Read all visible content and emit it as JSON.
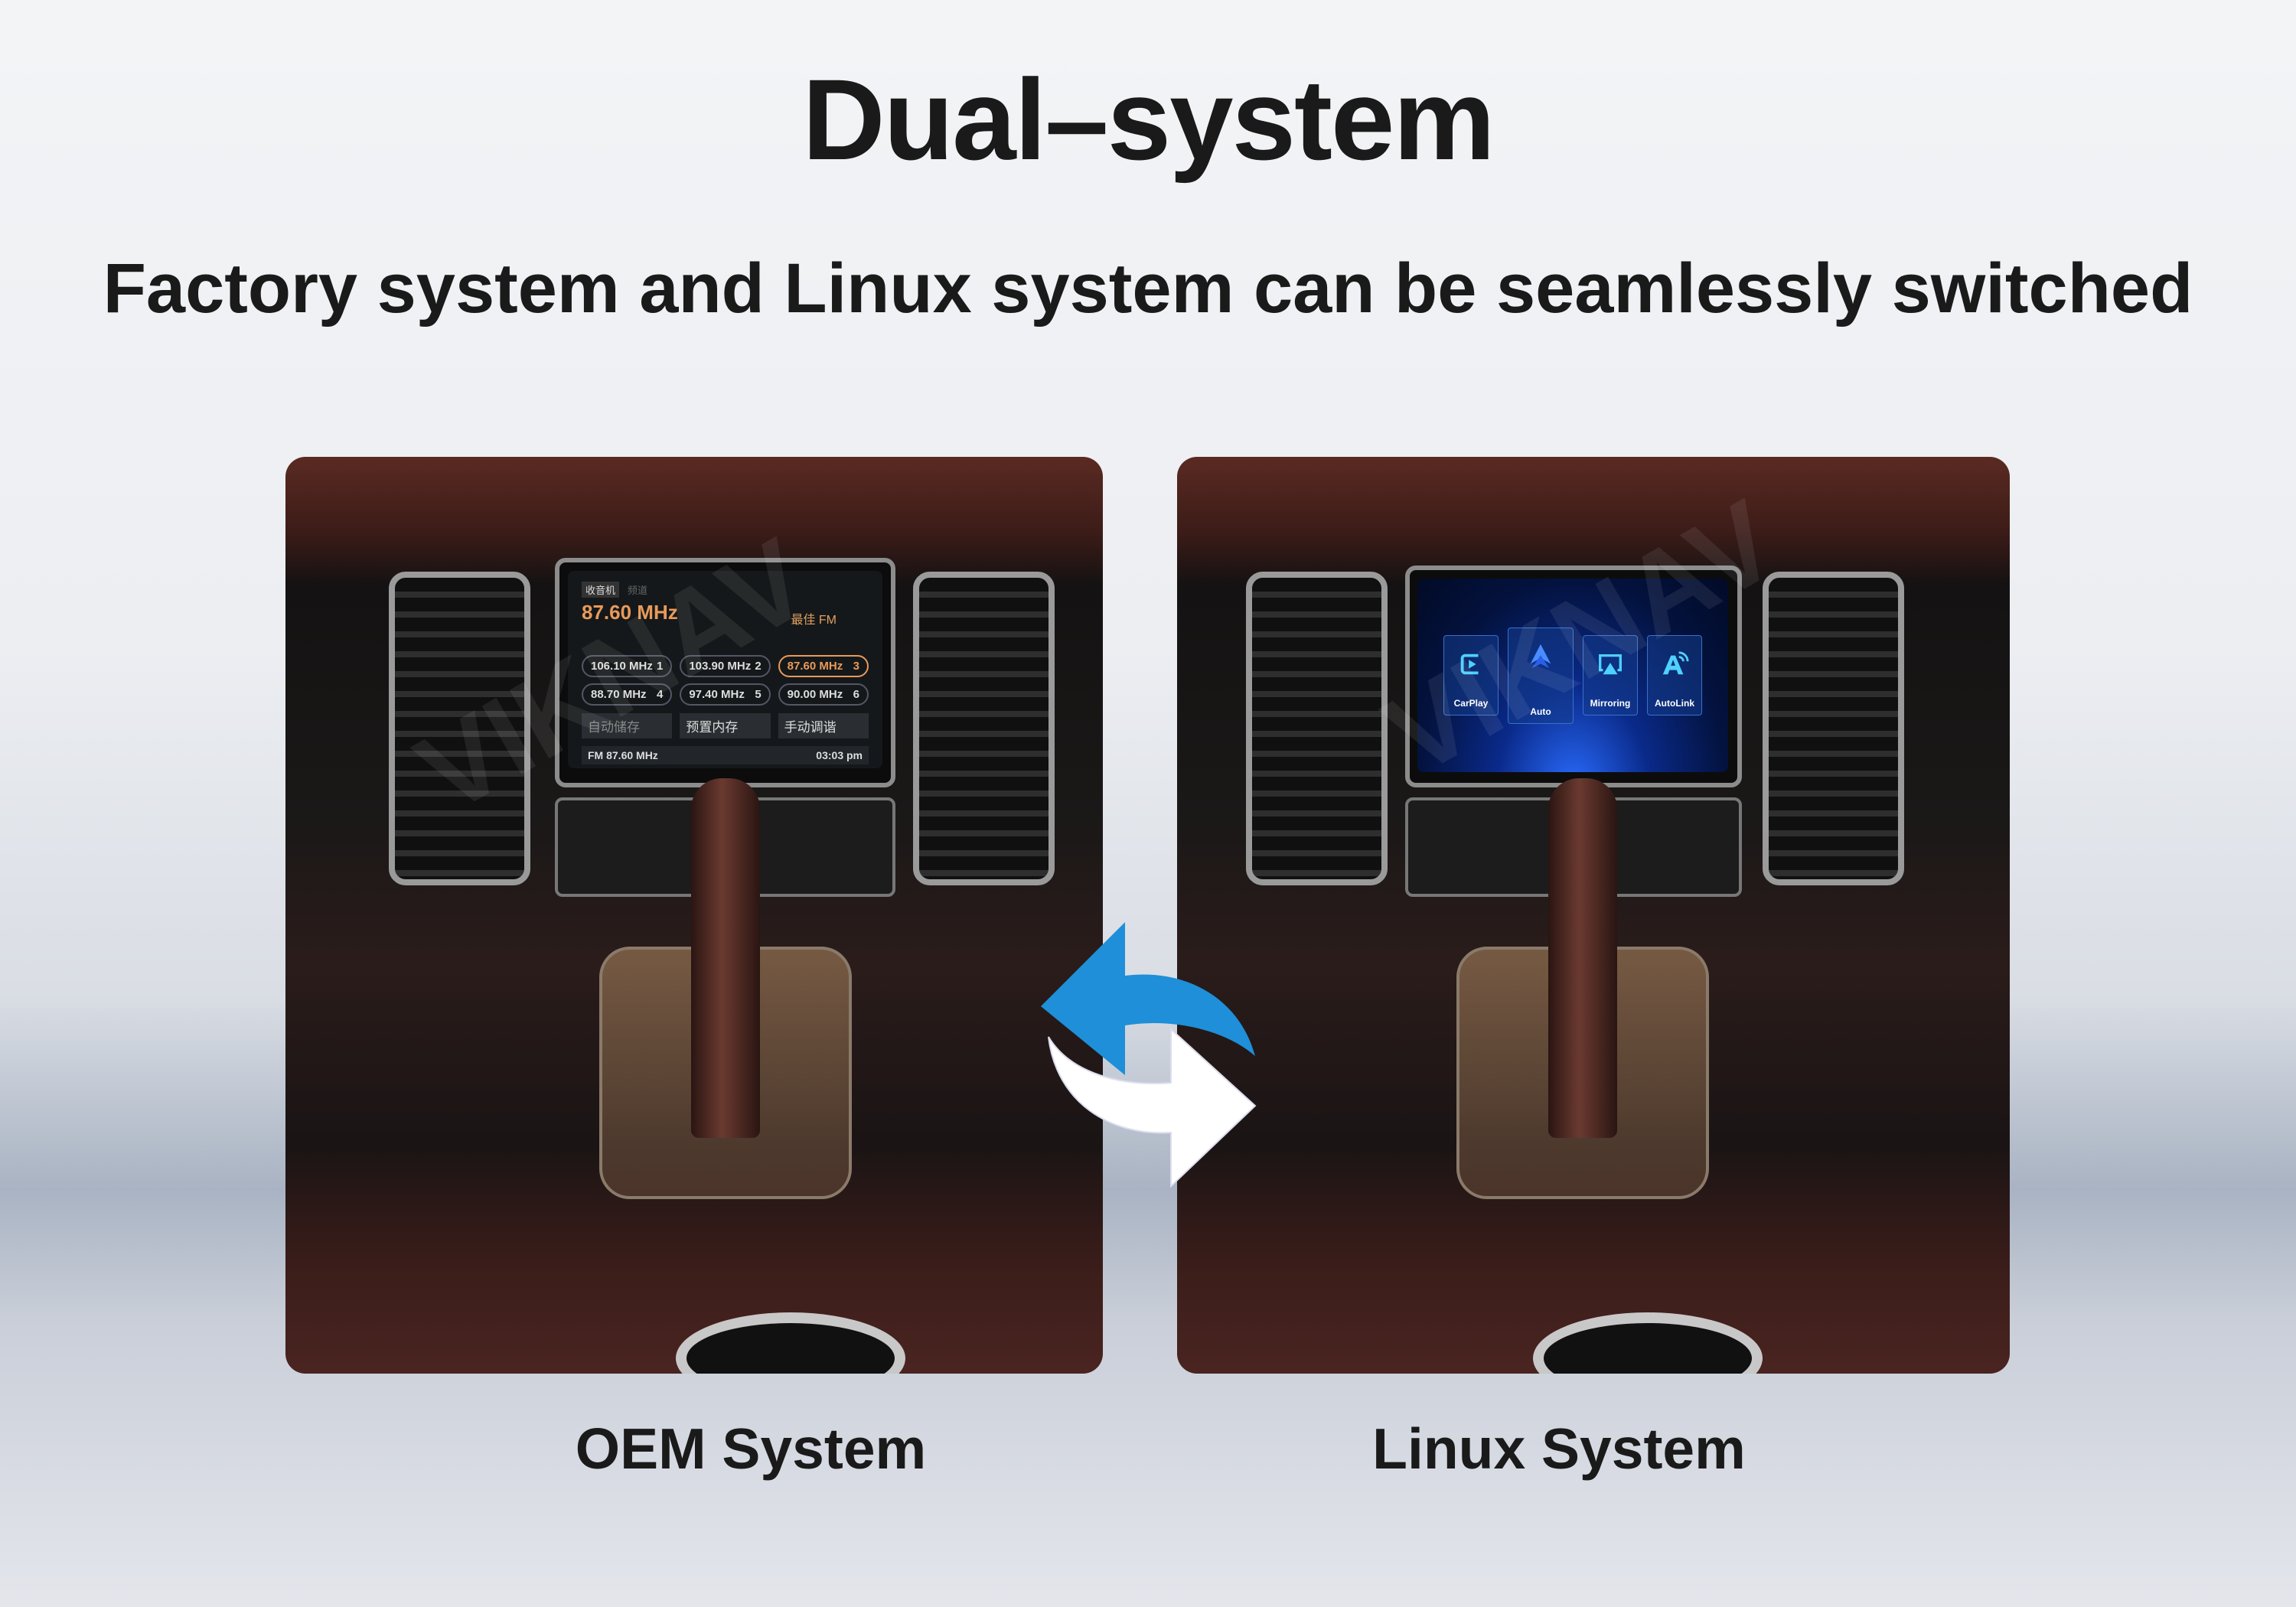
{
  "header": {
    "title": "Dual–system",
    "subtitle": "Factory system and Linux system can be seamlessly switched"
  },
  "oem": {
    "label": "OEM System",
    "screen": {
      "tabs": [
        "收音机",
        "频道"
      ],
      "frequency": "87.60 MHz",
      "band_tag": "最佳 FM",
      "presets": [
        {
          "freq": "106.10 MHz",
          "num": "1"
        },
        {
          "freq": "103.90 MHz",
          "num": "2"
        },
        {
          "freq": "87.60 MHz",
          "num": "3",
          "selected": true
        },
        {
          "freq": "88.70 MHz",
          "num": "4"
        },
        {
          "freq": "97.40 MHz",
          "num": "5"
        },
        {
          "freq": "90.00 MHz",
          "num": "6"
        }
      ],
      "buttons": [
        "自动储存",
        "预置内存",
        "手动调谐"
      ],
      "status": "FM  87.60 MHz",
      "time": "03:03 pm"
    }
  },
  "linux": {
    "label": "Linux System",
    "apps": [
      {
        "name": "CarPlay",
        "icon": "carplay-icon"
      },
      {
        "name": "Auto",
        "icon": "android-auto-icon"
      },
      {
        "name": "Mirroring",
        "icon": "airplay-mirroring-icon"
      },
      {
        "name": "AutoLink",
        "icon": "autolink-icon"
      }
    ]
  },
  "watermark": "VIKNAV",
  "colors": {
    "switch_arrow_blue": "#1e8fd8",
    "switch_arrow_white": "#ffffff",
    "selected_preset": "#e89a5a"
  }
}
